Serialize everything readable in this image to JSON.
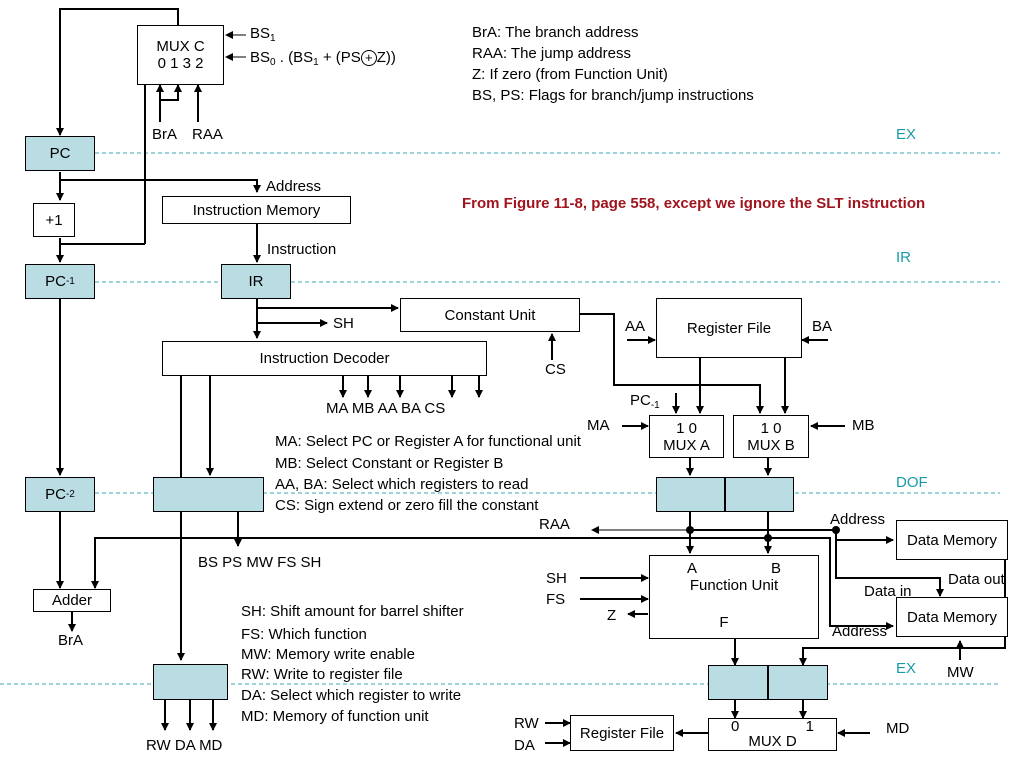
{
  "title": "From Figure 11-8, page 558, except we ignore the SLT instruction",
  "stages": {
    "ex_top": "EX",
    "ir": "IR",
    "dof": "DOF",
    "ex_bottom": "EX"
  },
  "legend_top": [
    "BrA: The branch address",
    "RAA: The jump address",
    "Z: If zero (from Function Unit)",
    "BS, PS: Flags for branch/jump instructions"
  ],
  "mux_c": {
    "title": "MUX C",
    "inputs": "0 1 3 2",
    "bs1": "BS",
    "bs1_sub": "1",
    "bs0_a": "BS",
    "bs0_sub": "0",
    "bs0_b": ". (BS",
    "bs0_sub2": "1",
    "bs0_c": "+ (PS",
    "bs0_d": "Z))",
    "xor": "+",
    "bra": "BrA",
    "raa": "RAA"
  },
  "blocks": {
    "pc": "PC",
    "plus_one": "+1",
    "pc1": "PC",
    "pc1_sub": "-1",
    "pc2": "PC",
    "pc2_sub": "-2",
    "ir": "IR",
    "instruction_memory": "Instruction Memory",
    "address": "Address",
    "instruction": "Instruction",
    "instruction_decoder": "Instruction Decoder",
    "constant_unit": "Constant Unit",
    "register_file": "Register File",
    "mux_a_inputs": "1 0",
    "mux_a": "MUX A",
    "mux_b_inputs": "1 0",
    "mux_b": "MUX B",
    "function_unit": "Function Unit",
    "fu_a": "A",
    "fu_b": "B",
    "fu_f": "F",
    "data_memory": "Data Memory",
    "data_memory2": "Data Memory",
    "adder": "Adder",
    "bra_out": "BrA",
    "register_file_wb": "Register File",
    "mux_d_inputs_0": "0",
    "mux_d_inputs_1": "1",
    "mux_d": "MUX D"
  },
  "signals": {
    "sh": "SH",
    "cs": "CS",
    "aa": "AA",
    "ba": "BA",
    "decoder_outputs": "MA MB  AA     BA  CS",
    "pc1_to_mux": "PC",
    "pc1_to_mux_sub": "-1",
    "ma": "MA",
    "mb": "MB",
    "raa": "RAA",
    "address1": "Address",
    "address2": "Address",
    "data_in": "Data in",
    "data_out": "Data out",
    "sh_fu": "SH",
    "fs_fu": "FS",
    "z": "Z",
    "mw": "MW",
    "md": "MD",
    "rw": "RW",
    "da": "DA",
    "dof_outputs": "BS  PS  MW  FS  SH",
    "wb_outputs": "RW DA MD"
  },
  "legend_mid": [
    "MA: Select PC or Register A for functional unit",
    "MB: Select Constant or Register B",
    "AA, BA: Select which registers to read",
    "CS: Sign extend or zero fill the constant"
  ],
  "legend_bottom": [
    "SH: Shift amount for barrel shifter",
    "FS: Which function",
    "MW: Memory write enable",
    "RW: Write to register file",
    "DA: Select which register to write",
    "MD: Memory of function unit"
  ]
}
